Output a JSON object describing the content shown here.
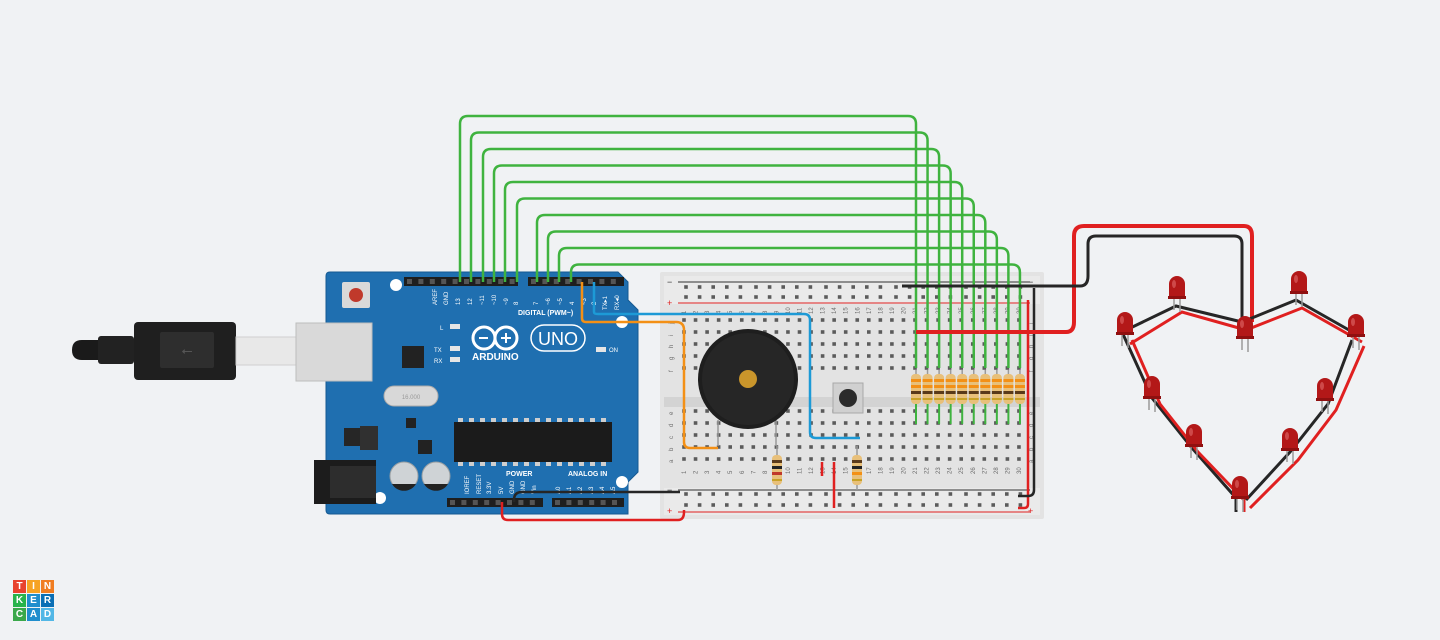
{
  "arduino": {
    "brand": "ARDUINO",
    "model": "UNO",
    "digital_label": "DIGITAL (PWM~)",
    "power_label": "POWER",
    "analog_label": "ANALOG IN",
    "on_label": "ON",
    "led_labels": [
      "L",
      "TX",
      "RX"
    ],
    "digital_pins": [
      "AREF",
      "GND",
      "13",
      "12",
      "~11",
      "~10",
      "~9",
      "8",
      "7",
      "~6",
      "~5",
      "4",
      "~3",
      "2",
      "TX▸1",
      "RX◂0"
    ],
    "power_pins": [
      "IOREF",
      "RESET",
      "3.3V",
      "5V",
      "GND",
      "GND",
      "Vin"
    ],
    "analog_pins": [
      "A0",
      "A1",
      "A2",
      "A3",
      "A4",
      "A5"
    ],
    "crystal_label": "16.000"
  },
  "breadboard": {
    "row_letters_top": [
      "j",
      "i",
      "h",
      "g",
      "f"
    ],
    "row_letters_bottom": [
      "e",
      "d",
      "c",
      "b",
      "a"
    ],
    "rail_minus": "−",
    "rail_plus": "+"
  },
  "colors": {
    "board": "#1f6fb0",
    "wire_green": "#3fb33f",
    "wire_red": "#e02020",
    "wire_black": "#262626",
    "wire_orange": "#f39016",
    "wire_blue": "#1d9ad6",
    "led_red": "#b31818"
  },
  "logo": {
    "letters": [
      "T",
      "I",
      "N",
      "K",
      "E",
      "R",
      "C",
      "A",
      "D"
    ],
    "colors": [
      "#e8432e",
      "#f6a324",
      "#f07d21",
      "#28b34b",
      "#1f8ecd",
      "#0a6fb5",
      "#3aa84a",
      "#1f8ecd",
      "#52b7e6"
    ]
  }
}
